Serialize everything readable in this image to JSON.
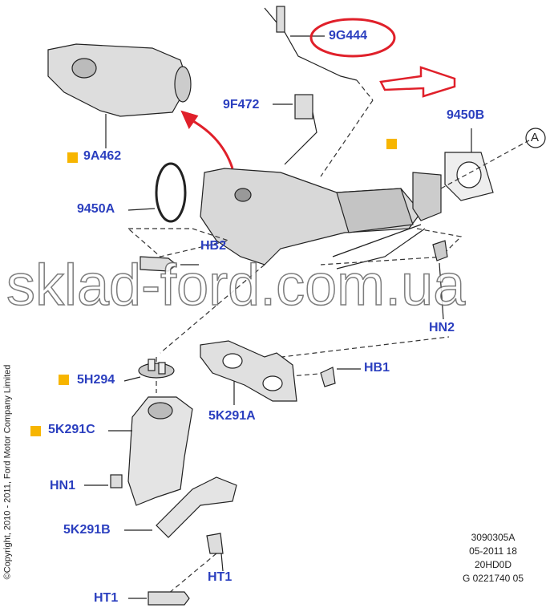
{
  "labels": {
    "p9G444": "9G444",
    "p9F472": "9F472",
    "p9A462": "9A462",
    "p9450B": "9450B",
    "p9450A": "9450A",
    "callout_a": "A",
    "hb2": "HB2",
    "hn2": "HN2",
    "hb1": "HB1",
    "p5H294": "5H294",
    "p5K291A": "5K291A",
    "p5K291C": "5K291C",
    "hn1": "HN1",
    "p5K291B": "5K291B",
    "ht1a": "HT1",
    "ht1b": "HT1"
  },
  "info": {
    "line1": "3090305A",
    "line2": "05-2011 18",
    "line3": "20HD0D",
    "line4": "G 0221740 05"
  },
  "copyright": "©Copyright, 2010 - 2011, Ford Motor Company Limited",
  "watermark": "sklad-ford.com.ua",
  "colors": {
    "label": "#2b3fbf",
    "marker": "#f7b500",
    "highlight": "#e0202a"
  }
}
